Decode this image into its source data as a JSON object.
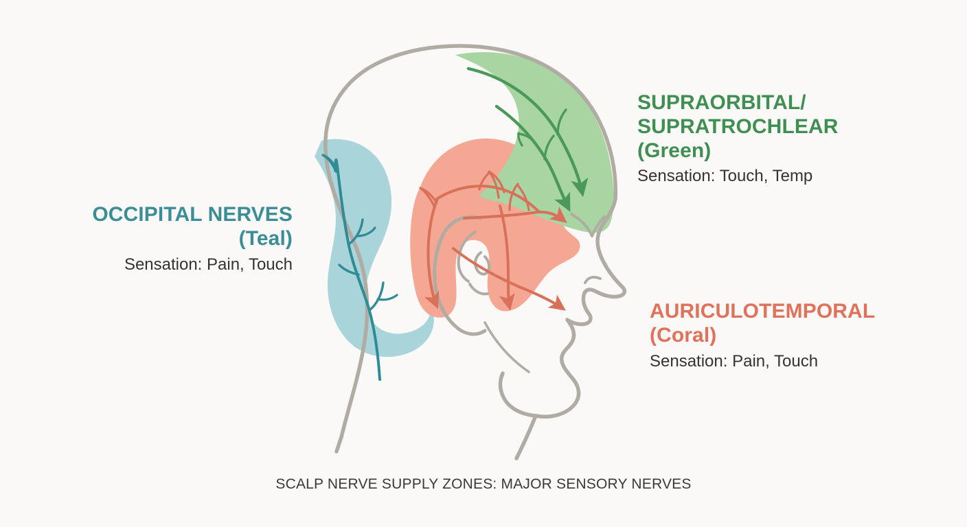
{
  "figure": {
    "caption": "SCALP NERVE SUPPLY ZONES: MAJOR SENSORY NERVES",
    "background_color": "#faf9f7",
    "outline_color": "#b0aca4"
  },
  "zones": {
    "occipital": {
      "title": "OCCIPITAL NERVES\n(Teal)",
      "sensation": "Sensation: Pain, Touch",
      "color_name": "Teal",
      "fill_color": "#a9d5da",
      "stroke_color": "#2f8b95",
      "text_color": "#3b8d96"
    },
    "supraorbital": {
      "title": "SUPRAORBITAL/\nSUPRATROCHLEAR\n(Green)",
      "sensation": "Sensation: Touch, Temp",
      "color_name": "Green",
      "fill_color": "#a8d5a2",
      "stroke_color": "#4a9958",
      "text_color": "#3f8f52"
    },
    "auriculotemporal": {
      "title": "AURICULOTEMPORAL\n(Coral)",
      "sensation": "Sensation: Pain, Touch",
      "color_name": "Coral",
      "fill_color": "#f4a793",
      "stroke_color": "#d9705a",
      "text_color": "#e0715a"
    }
  }
}
